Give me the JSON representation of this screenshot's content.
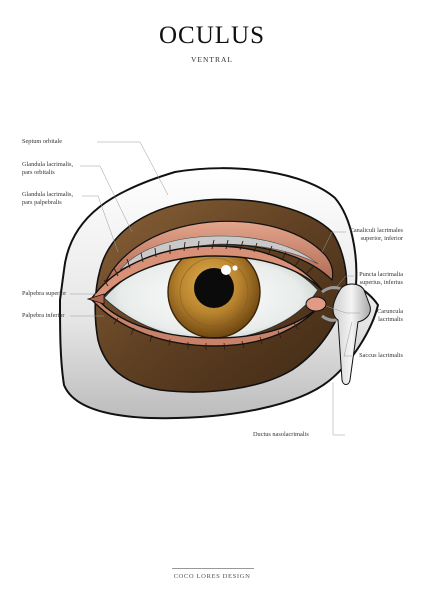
{
  "header": {
    "title": "OCULUS",
    "subtitle": "VENTRAL"
  },
  "labels": {
    "septum_orbitale": "Septum orbitale",
    "glandula_orbitalis": [
      "Glandula lacrimalis,",
      "pars orbitalis"
    ],
    "glandula_palpebralis": [
      "Glandula lacrimalis,",
      "pars palpebralis"
    ],
    "palpebra_superior": "Palpebra superior",
    "palpebra_inferior": "Palpebra inferior",
    "canaliculi": [
      "Canaliculi lacrimales",
      "superior, inferior"
    ],
    "puncta": [
      "Puncta lacrimalia",
      "superius, inferius"
    ],
    "caruncula": [
      "Caruncula",
      "lacrimalis"
    ],
    "saccus": "Saccus lacrimalis",
    "ductus": "Ductus nasolacrimalis"
  },
  "footer": {
    "credit": "COCO LORES DESIGN"
  },
  "colors": {
    "iris": "#b9842e",
    "iris_dark": "#6e4712",
    "muscle": "#6b4a2a",
    "eyelid": "#c8826a",
    "outline": "#111111"
  }
}
